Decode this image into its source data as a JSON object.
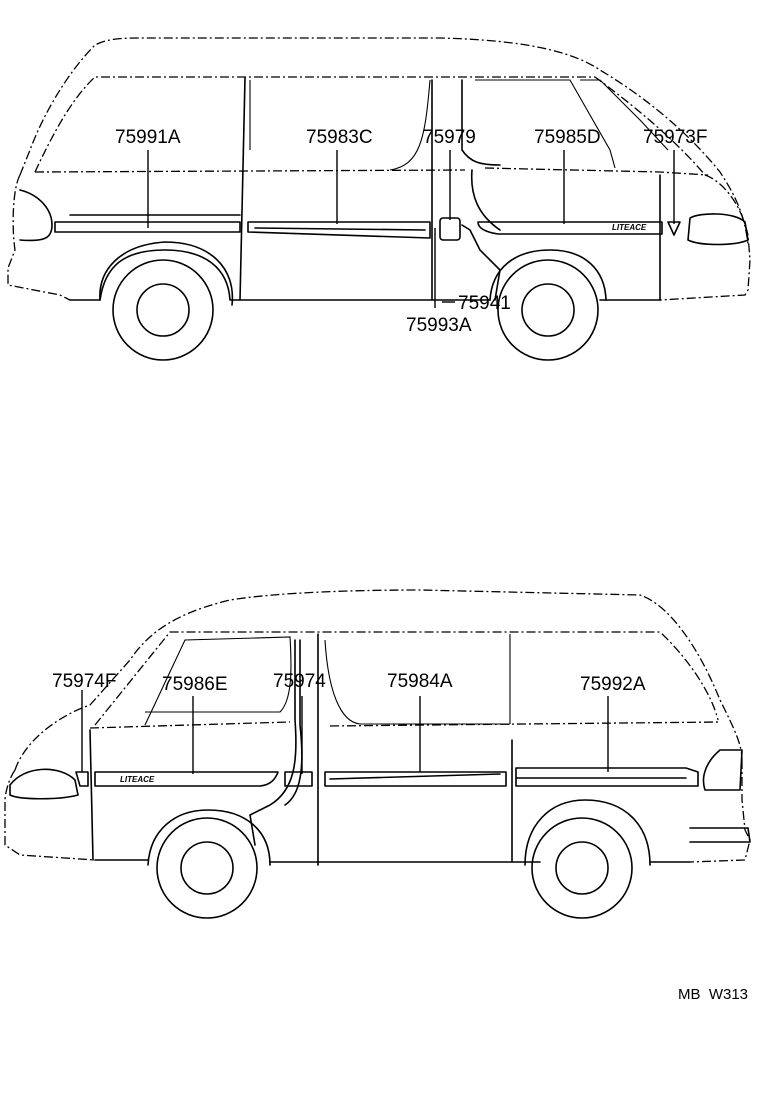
{
  "diagram": {
    "right_view": {
      "labels": {
        "p75991A": "75991A",
        "p75983C": "75983C",
        "p75979": "75979",
        "p75985D": "75985D",
        "p75973F": "75973F",
        "p75941": "75941",
        "p75993A": "75993A"
      },
      "badge": "LITEACE"
    },
    "left_view": {
      "labels": {
        "p75974F": "75974F",
        "p75986E": "75986E",
        "p75974": "75974",
        "p75984A": "75984A",
        "p75992A": "75992A"
      },
      "badge": "LITEACE"
    },
    "drawing_code": "MB  W313"
  }
}
